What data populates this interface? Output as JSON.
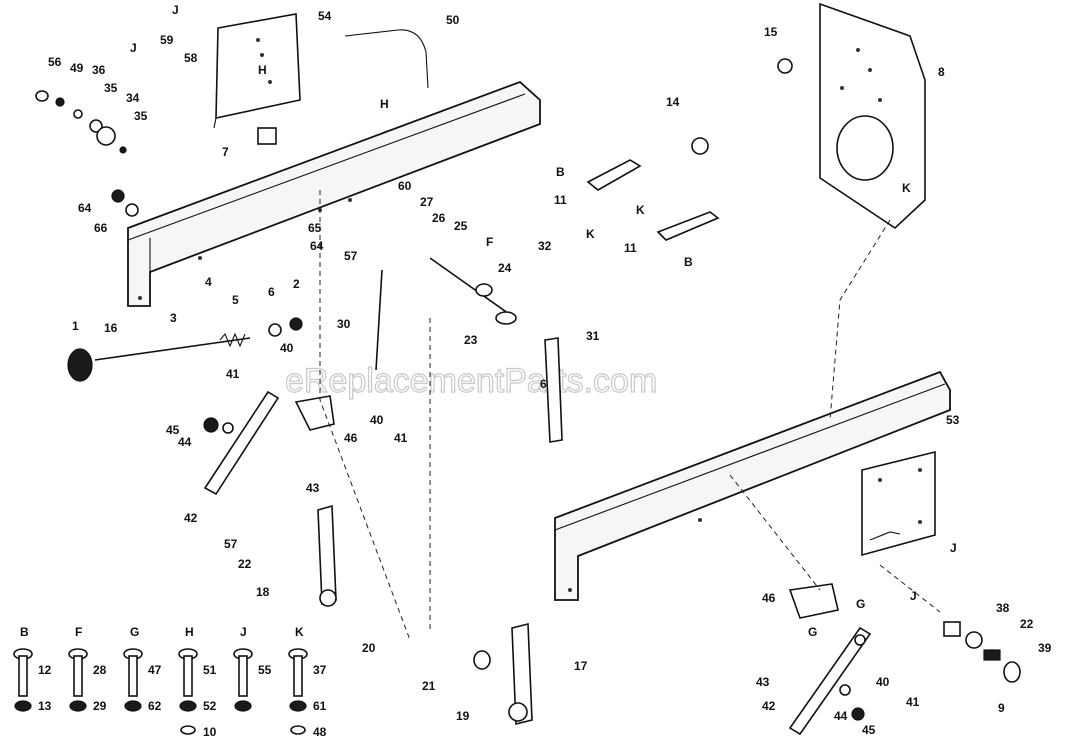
{
  "watermark": "eReplacementParts.com",
  "callouts": [
    {
      "id": "c1",
      "text": "1"
    },
    {
      "id": "c16",
      "text": "16"
    },
    {
      "id": "c3",
      "text": "3"
    },
    {
      "id": "c4",
      "text": "4"
    },
    {
      "id": "c5",
      "text": "5"
    },
    {
      "id": "c6",
      "text": "6"
    },
    {
      "id": "c2",
      "text": "2"
    },
    {
      "id": "c30",
      "text": "30"
    },
    {
      "id": "c23",
      "text": "23"
    },
    {
      "id": "c31",
      "text": "31"
    },
    {
      "id": "c32",
      "text": "32"
    },
    {
      "id": "c24",
      "text": "24"
    },
    {
      "id": "c25",
      "text": "25"
    },
    {
      "id": "c26",
      "text": "26"
    },
    {
      "id": "c27",
      "text": "27"
    },
    {
      "id": "c60",
      "text": "60"
    },
    {
      "id": "c65",
      "text": "65"
    },
    {
      "id": "c64a",
      "text": "64"
    },
    {
      "id": "c57a",
      "text": "57"
    },
    {
      "id": "c64b",
      "text": "64"
    },
    {
      "id": "c66",
      "text": "66"
    },
    {
      "id": "c7",
      "text": "7"
    },
    {
      "id": "c56",
      "text": "56"
    },
    {
      "id": "c49",
      "text": "49"
    },
    {
      "id": "c36",
      "text": "36"
    },
    {
      "id": "c35a",
      "text": "35"
    },
    {
      "id": "c34",
      "text": "34"
    },
    {
      "id": "c35b",
      "text": "35"
    },
    {
      "id": "c59",
      "text": "59"
    },
    {
      "id": "c58",
      "text": "58"
    },
    {
      "id": "c54",
      "text": "54"
    },
    {
      "id": "c50",
      "text": "50"
    },
    {
      "id": "c15",
      "text": "15"
    },
    {
      "id": "c8",
      "text": "8"
    },
    {
      "id": "c14",
      "text": "14"
    },
    {
      "id": "c11a",
      "text": "11"
    },
    {
      "id": "c11b",
      "text": "11"
    },
    {
      "id": "c40a",
      "text": "40"
    },
    {
      "id": "c41a",
      "text": "41"
    },
    {
      "id": "c46a",
      "text": "46"
    },
    {
      "id": "c45a",
      "text": "45"
    },
    {
      "id": "c44a",
      "text": "44"
    },
    {
      "id": "c43a",
      "text": "43"
    },
    {
      "id": "c42a",
      "text": "42"
    },
    {
      "id": "c40b",
      "text": "40"
    },
    {
      "id": "c41b",
      "text": "41"
    },
    {
      "id": "c6b",
      "text": "6"
    },
    {
      "id": "c57b",
      "text": "57"
    },
    {
      "id": "c22a",
      "text": "22"
    },
    {
      "id": "c18",
      "text": "18"
    },
    {
      "id": "c20",
      "text": "20"
    },
    {
      "id": "c21",
      "text": "21"
    },
    {
      "id": "c19",
      "text": "19"
    },
    {
      "id": "c17",
      "text": "17"
    },
    {
      "id": "c53",
      "text": "53"
    },
    {
      "id": "c46b",
      "text": "46"
    },
    {
      "id": "c38",
      "text": "38"
    },
    {
      "id": "c22b",
      "text": "22"
    },
    {
      "id": "c39",
      "text": "39"
    },
    {
      "id": "c9",
      "text": "9"
    },
    {
      "id": "c40c",
      "text": "40"
    },
    {
      "id": "c41c",
      "text": "41"
    },
    {
      "id": "c43b",
      "text": "43"
    },
    {
      "id": "c42b",
      "text": "42"
    },
    {
      "id": "c44b",
      "text": "44"
    },
    {
      "id": "c45b",
      "text": "45"
    }
  ],
  "refs": [
    {
      "id": "rJ1",
      "text": "J"
    },
    {
      "id": "rJ2",
      "text": "J"
    },
    {
      "id": "rH",
      "text": "H"
    },
    {
      "id": "rH2",
      "text": "H"
    },
    {
      "id": "rB1",
      "text": "B"
    },
    {
      "id": "rK1",
      "text": "K"
    },
    {
      "id": "rK2",
      "text": "K"
    },
    {
      "id": "rB2",
      "text": "B"
    },
    {
      "id": "rK3",
      "text": "K"
    },
    {
      "id": "rF",
      "text": "F"
    },
    {
      "id": "rG1",
      "text": "G"
    },
    {
      "id": "rG2",
      "text": "G"
    },
    {
      "id": "rJ3",
      "text": "J"
    },
    {
      "id": "rJ4",
      "text": "J"
    }
  ],
  "legend": [
    {
      "letter": "B",
      "bolt": "12",
      "nut": "13"
    },
    {
      "letter": "F",
      "bolt": "28",
      "nut": "29"
    },
    {
      "letter": "G",
      "bolt": "47",
      "nut": "62"
    },
    {
      "letter": "H",
      "bolt": "51",
      "nut": "52",
      "extra": "10"
    },
    {
      "letter": "J",
      "bolt": "55",
      "nut": ""
    },
    {
      "letter": "K",
      "bolt": "37",
      "nut": "61",
      "extra": "48"
    }
  ]
}
